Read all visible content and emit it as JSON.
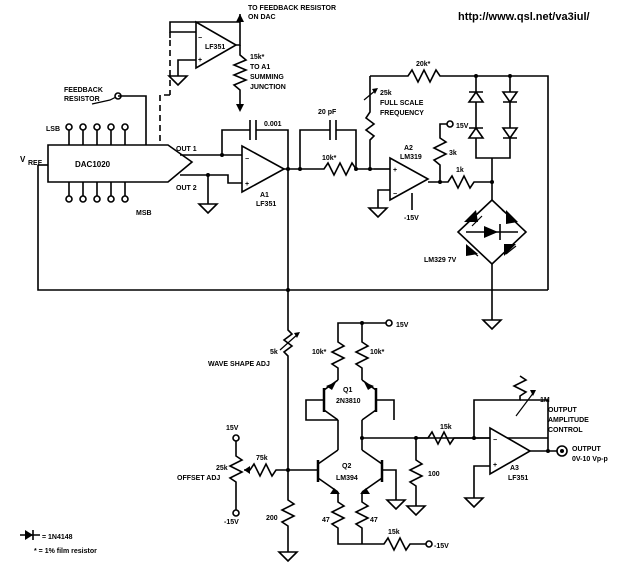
{
  "url": "http://www.qsl.net/va3iul/",
  "labels": {
    "to_feedback": "TO FEEDBACK RESISTOR",
    "on_dac": "ON DAC",
    "top_opamp": "LF351",
    "r15k": "15k*",
    "to_a1": "TO A1",
    "summing": "SUMMING",
    "junction": "JUNCTION",
    "feedback_resistor_1": "FEEDBACK",
    "feedback_resistor_2": "RESISTOR",
    "lsb": "LSB",
    "msb": "MSB",
    "vref": "V",
    "vref_sub": "REF",
    "dac": "DAC1020",
    "out1": "OUT 1",
    "out2": "OUT 2",
    "c0001": "0.001",
    "a1": "A1",
    "a1_part": "LF351",
    "c20pf": "20 pF",
    "r10k": "10k*",
    "a2": "A2",
    "a2_part": "LM319",
    "r20k": "20k*",
    "r25k": "25k",
    "full_scale": "FULL SCALE",
    "frequency": "FREQUENCY",
    "v15_a2": "15V",
    "r3k": "3k",
    "r1k": "1k",
    "neg15_a2": "-15V",
    "lm329": "LM329 7V",
    "v15_q1": "15V",
    "r10k_q1a": "10k*",
    "r10k_q1b": "10k*",
    "q1": "Q1",
    "q1_part": "2N3810",
    "r5k": "5k",
    "wave_shape": "WAVE SHAPE ADJ",
    "r1m": "1M",
    "output_amp_1": "OUTPUT",
    "output_amp_2": "AMPLITUDE",
    "output_amp_3": "CONTROL",
    "r15k_a3": "15k",
    "a3": "A3",
    "a3_part": "LF351",
    "output_1": "OUTPUT",
    "output_2": "0V-10 Vp-p",
    "v15_off": "15V",
    "r25k_off": "25k",
    "offset_adj": "OFFSET ADJ",
    "r75k": "75k",
    "neg15_off": "-15V",
    "q2": "Q2",
    "q2_part": "LM394",
    "r100": "100",
    "r200": "200",
    "r47a": "47",
    "r47b": "47",
    "r15k_bot": "15k",
    "neg15_bot": "-15V",
    "legend_diode": "= 1N4148",
    "legend_star": "* = 1% film resistor"
  }
}
